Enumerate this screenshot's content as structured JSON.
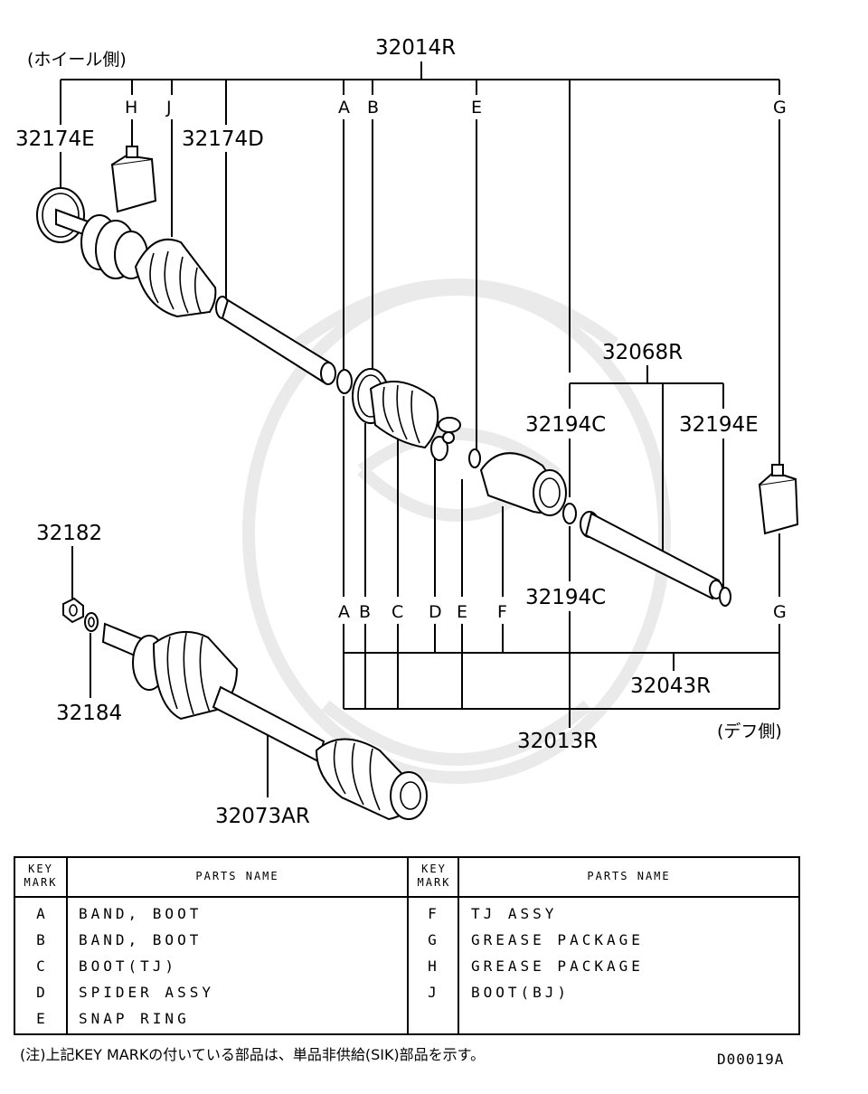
{
  "diagram": {
    "side_labels": {
      "wheel": "(ホイール側)",
      "diff": "(デフ側)"
    },
    "part_numbers": {
      "p32014R": "32014R",
      "p32174E": "32174E",
      "p32174D": "32174D",
      "p32068R": "32068R",
      "p32194C_top": "32194C",
      "p32194E": "32194E",
      "p32194C_bottom": "32194C",
      "p32182": "32182",
      "p32184": "32184",
      "p32043R": "32043R",
      "p32013R": "32013R",
      "p32073AR": "32073AR"
    },
    "top_marks": [
      "H",
      "J",
      "A",
      "B",
      "E",
      "G"
    ],
    "bottom_marks": [
      "A",
      "B",
      "C",
      "D",
      "E",
      "F",
      "G"
    ]
  },
  "table": {
    "header": {
      "key_mark_line1": "KEY",
      "key_mark_line2": "MARK",
      "parts_name": "PARTS NAME"
    },
    "left_rows": [
      {
        "key": "A",
        "name": "BAND, BOOT"
      },
      {
        "key": "B",
        "name": "BAND, BOOT"
      },
      {
        "key": "C",
        "name": "BOOT(TJ)"
      },
      {
        "key": "D",
        "name": "SPIDER ASSY"
      },
      {
        "key": "E",
        "name": "SNAP RING"
      }
    ],
    "right_rows": [
      {
        "key": "F",
        "name": "TJ ASSY"
      },
      {
        "key": "G",
        "name": "GREASE PACKAGE"
      },
      {
        "key": "H",
        "name": "GREASE PACKAGE"
      },
      {
        "key": "J",
        "name": "BOOT(BJ)"
      }
    ]
  },
  "footer": {
    "note": "(注)上記KEY MARKの付いている部品は、単品非供給(SIK)部品を示す。",
    "drawing_code": "D00019A"
  }
}
